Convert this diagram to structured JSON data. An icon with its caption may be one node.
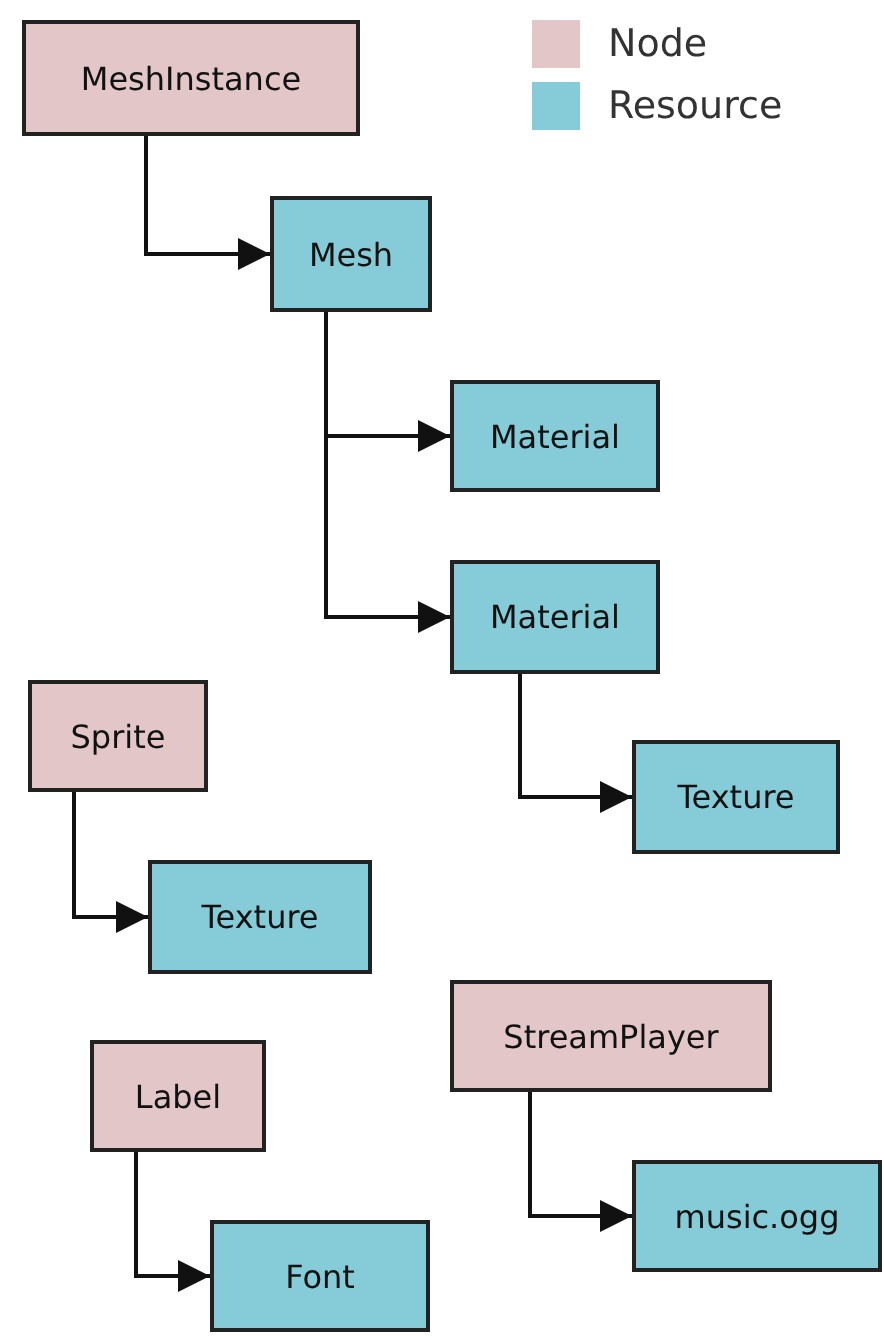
{
  "diagram": {
    "nodes": [
      {
        "text": [
          "MeshInstance"
        ]
      },
      {
        "text": [
          "Mesh"
        ]
      },
      {
        "text": [
          "Material"
        ]
      },
      {
        "text": [
          "Material"
        ]
      },
      {
        "text": [
          "Texture"
        ]
      },
      {
        "text": [
          "Sprite"
        ]
      },
      {
        "text": [
          "Texture"
        ]
      },
      {
        "text": [
          "StreamPlayer"
        ]
      },
      {
        "text": [
          "Label"
        ]
      },
      {
        "text": [
          "music.ogg"
        ]
      },
      {
        "text": [
          "Font"
        ]
      }
    ],
    "edges": [
      {
        "from": 0,
        "to": 1,
        "arrow": "to"
      },
      {
        "from": 1,
        "to": 2,
        "arrow": "to"
      },
      {
        "from": 1,
        "to": 3,
        "arrow": "to"
      },
      {
        "from": 3,
        "to": 4,
        "arrow": "to"
      },
      {
        "from": 5,
        "to": 6,
        "arrow": "to"
      },
      {
        "from": 7,
        "to": 9,
        "arrow": "to"
      },
      {
        "from": 8,
        "to": 10,
        "arrow": "to"
      }
    ],
    "legend": [
      {
        "text": "Node",
        "color": "#e2c6c8"
      },
      {
        "text": "Resource",
        "color": "#86ccd8"
      }
    ]
  }
}
